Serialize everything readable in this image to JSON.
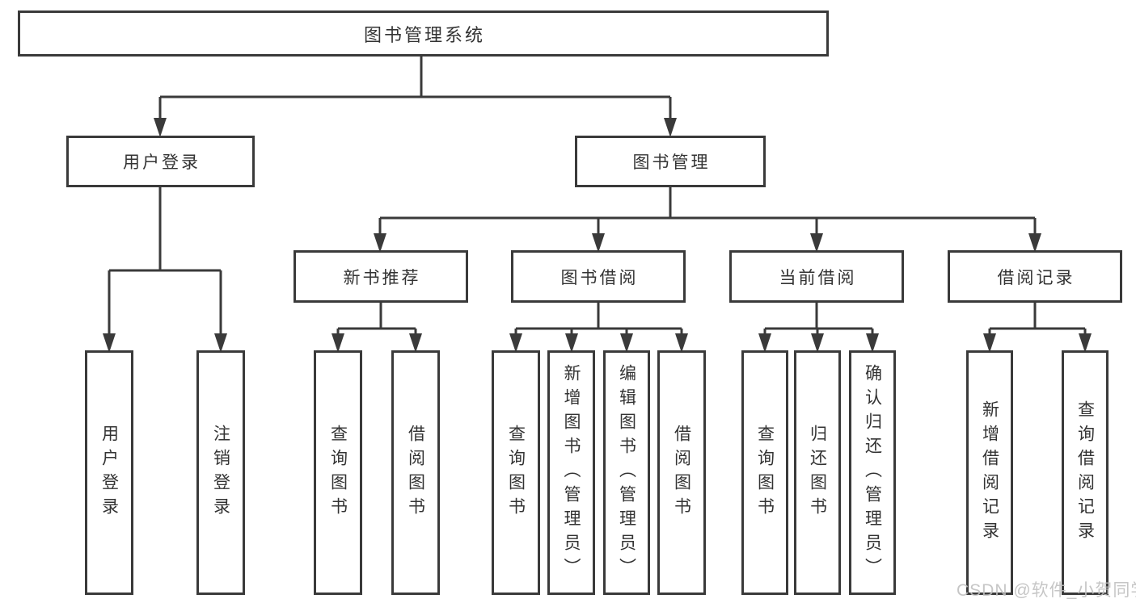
{
  "colors": {
    "line": "#3a3a3a",
    "box_border": "#3a3a3a",
    "text": "#333333",
    "background": "#ffffff",
    "watermark": "#c2c2c2"
  },
  "tree": {
    "root": {
      "label": "图书管理系统"
    },
    "level2": [
      {
        "label": "用户登录",
        "children": [
          {
            "label": "用户登录"
          },
          {
            "label": "注销登录"
          }
        ]
      },
      {
        "label": "图书管理",
        "children": [
          {
            "label": "新书推荐",
            "children": [
              {
                "label": "查询图书"
              },
              {
                "label": "借阅图书"
              }
            ]
          },
          {
            "label": "图书借阅",
            "children": [
              {
                "label": "查询图书"
              },
              {
                "label": "新增图书（管理员）"
              },
              {
                "label": "编辑图书（管理员）"
              },
              {
                "label": "借阅图书"
              }
            ]
          },
          {
            "label": "当前借阅",
            "children": [
              {
                "label": "查询图书"
              },
              {
                "label": "归还图书"
              },
              {
                "label": "确认归还（管理员）"
              }
            ]
          },
          {
            "label": "借阅记录",
            "children": [
              {
                "label": "新增借阅记录"
              },
              {
                "label": "查询借阅记录"
              }
            ]
          }
        ]
      }
    ]
  },
  "watermark": {
    "text": "CSDN @软件_小贺同学"
  }
}
